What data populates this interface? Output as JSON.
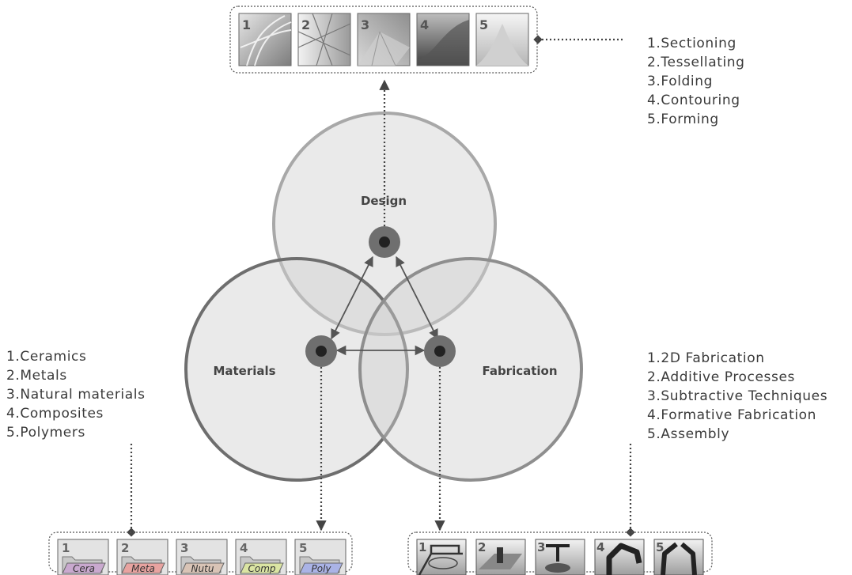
{
  "circles": {
    "design": "Design",
    "materials": "Materials",
    "fabrication": "Fabrication"
  },
  "design_panel": {
    "thumbs": [
      "1",
      "2",
      "3",
      "4",
      "5"
    ],
    "list": [
      "1.Sectioning",
      "2.Tessellating",
      "3.Folding",
      "4.Contouring",
      "5.Forming"
    ]
  },
  "materials_panel": {
    "thumbs": [
      {
        "num": "1",
        "label": "Cera",
        "color": "#c9a9cf"
      },
      {
        "num": "2",
        "label": "Meta",
        "color": "#e8a3a0"
      },
      {
        "num": "3",
        "label": "Nutu",
        "color": "#d9c4b6"
      },
      {
        "num": "4",
        "label": "Comp",
        "color": "#dbe5a3"
      },
      {
        "num": "5",
        "label": "Poly",
        "color": "#aab3e6"
      }
    ],
    "list": [
      "1.Ceramics",
      "2.Metals",
      "3.Natural materials",
      "4.Composites",
      "5.Polymers"
    ]
  },
  "fabrication_panel": {
    "thumbs": [
      "1",
      "2",
      "3",
      "4",
      "5"
    ],
    "list": [
      "1.2D Fabrication",
      "2.Additive Processes",
      "3.Subtractive Techniques",
      "4.Formative Fabrication",
      "5.Assembly"
    ]
  }
}
